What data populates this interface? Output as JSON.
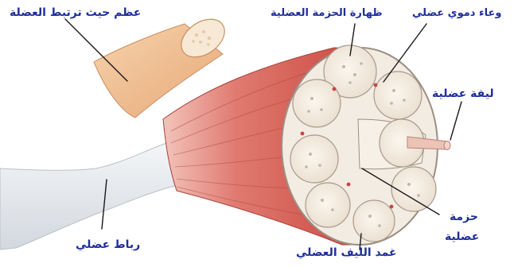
{
  "labels": {
    "bone": "عظم حيث ترتبط العضلة",
    "blood_vessel": "وعاء دموي عضلي",
    "fascicle_envelope": "ظهارة الحزمة العضلية",
    "muscle_fiber": "ليفة عضلية",
    "fascicle_line1": "حزمة",
    "fascicle_line2": "عضلية",
    "tendon": "رباط عضلي",
    "fiber_sheath": "غمد الليف العضلي"
  },
  "colors": {
    "label_text": "#1f2f9b",
    "pointer_line": "#1a1a1a",
    "muscle": "#d8534c",
    "bone": "#f0c49a",
    "tendon": "#e9ecef",
    "fascicle_fill": "#f6eee4"
  }
}
